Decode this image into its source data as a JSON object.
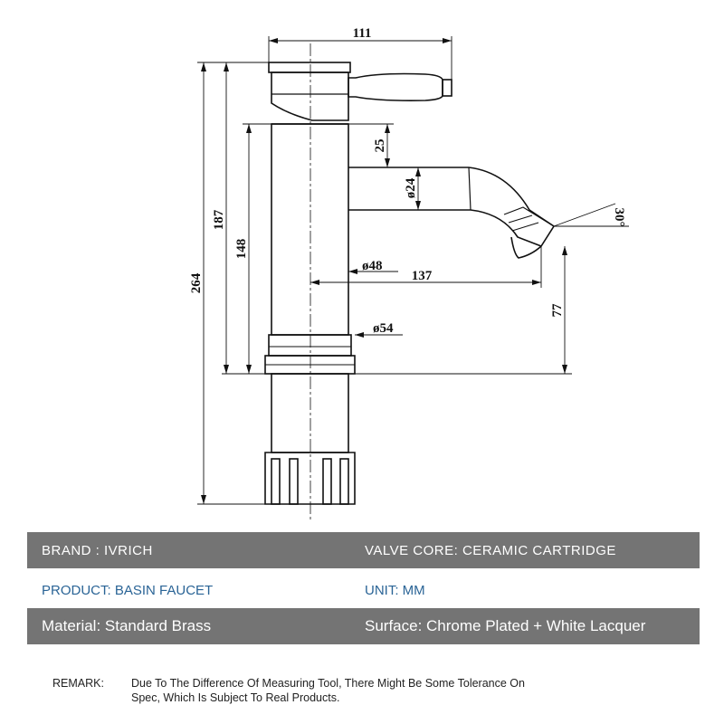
{
  "drawing": {
    "dimensions": {
      "top_width": "111",
      "total_height": "264",
      "upper_height": "187",
      "body_height": "148",
      "handle_offset": "25",
      "spout_diameter": "ø24",
      "spout_angle": "30°",
      "body_diameter": "ø48",
      "spout_reach": "137",
      "spout_clearance": "77",
      "base_diameter": "ø54"
    }
  },
  "specs": {
    "brand": "BRAND :  IVRICH",
    "valve_core": "VALVE CORE:   CERAMIC CARTRIDGE",
    "product": "PRODUCT: BASIN FAUCET",
    "unit": "UNIT:  MM",
    "material": "Material: Standard Brass",
    "surface": "Surface:  Chrome Plated + White Lacquer"
  },
  "remark": {
    "label": "REMARK:",
    "text_line1": "Due To The Difference Of Measuring Tool, There Might Be Some Tolerance On",
    "text_line2": "Spec, Which Is Subject To Real Products."
  },
  "colors": {
    "dark_row": "#747474",
    "light_row_text": "#2a6496",
    "line": "#111111"
  }
}
